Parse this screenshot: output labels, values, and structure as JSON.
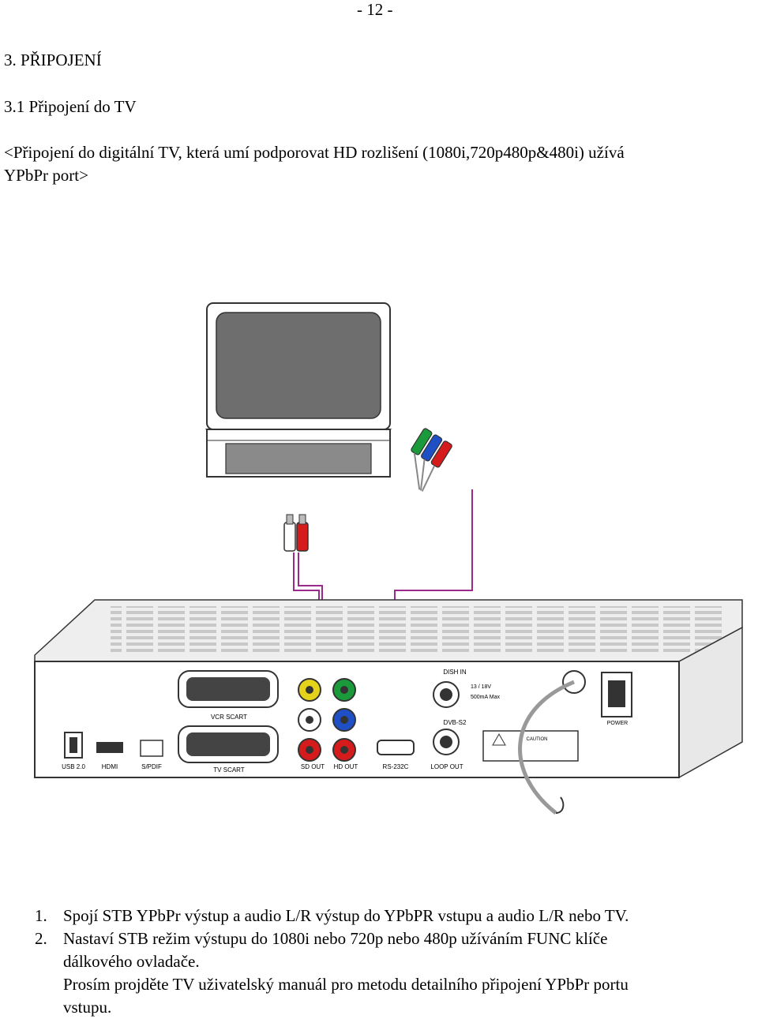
{
  "page_number": "- 12 -",
  "section_heading": "3. PŘIPOJENÍ",
  "subsection_heading": "3.1 Připojení do TV",
  "intro": {
    "line1": "<Připojení do digitální TV, která umí podporovat HD rozlišení (1080i,720p480p&480i) užívá",
    "line2": "YPbPr port>"
  },
  "figure": {
    "panel_labels": {
      "dish_in": "DISH IN",
      "lnb_power": "13 / 18V",
      "lnb_current": "500mA Max",
      "dvb_s2": "DVB-S2",
      "vcr_scart": "VCR SCART",
      "tv_scart": "TV SCART",
      "usb": "USB 2.0",
      "hdmi": "HDMI",
      "spdif": "S/PDIF",
      "sd_out": "SD OUT",
      "hd_out": "HD OUT",
      "rs232": "RS-232C",
      "loop_out": "LOOP OUT",
      "power": "POWER",
      "caution": "CAUTION"
    },
    "colors": {
      "cable": "#9c2a8c",
      "red": "#d51b1b",
      "green": "#1a9a3a",
      "blue": "#1f4fc4",
      "yellow": "#e5d21a"
    }
  },
  "steps": [
    {
      "num": "1.",
      "text": "Spojí  STB YPbPr výstup a audio L/R výstup do YPbPR vstupu a audio L/R nebo TV."
    },
    {
      "num": "2.",
      "text": "Nastaví STB režim výstupu do 1080i nebo 720p nebo 480p užíváním FUNC klíče"
    }
  ],
  "continuation": {
    "line1": "dálkového ovladače.",
    "line2": "Prosím projděte TV  uživatelský manuál pro metodu detailního připojení  YPbPr portu",
    "line3": "vstupu."
  }
}
